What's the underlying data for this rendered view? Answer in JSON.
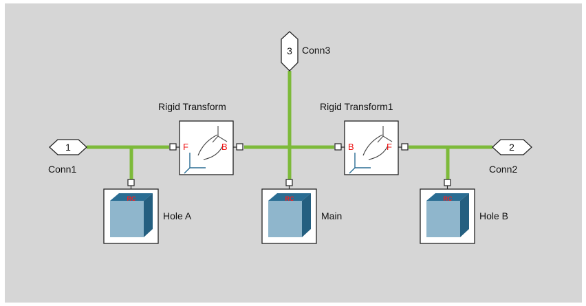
{
  "blocks": {
    "rigid_transform": {
      "title": "Rigid Transform",
      "port_left": "F",
      "port_right": "B"
    },
    "rigid_transform1": {
      "title": "Rigid Transform1",
      "port_left": "B",
      "port_right": "F"
    },
    "hole_a": {
      "label": "Hole A",
      "port": "RC"
    },
    "main": {
      "label": "Main",
      "port": "RC"
    },
    "hole_b": {
      "label": "Hole B",
      "port": "RC"
    }
  },
  "connections": {
    "conn1": {
      "number": "1",
      "label": "Conn1"
    },
    "conn2": {
      "number": "2",
      "label": "Conn2"
    },
    "conn3": {
      "number": "3",
      "label": "Conn3"
    }
  },
  "colors": {
    "line": "#7dba3a",
    "canvas": "#d6d6d6",
    "cube_front": "#8fb6cc",
    "cube_top": "#2a6d93",
    "cube_side": "#245f80",
    "port_label": "#ee1111"
  }
}
